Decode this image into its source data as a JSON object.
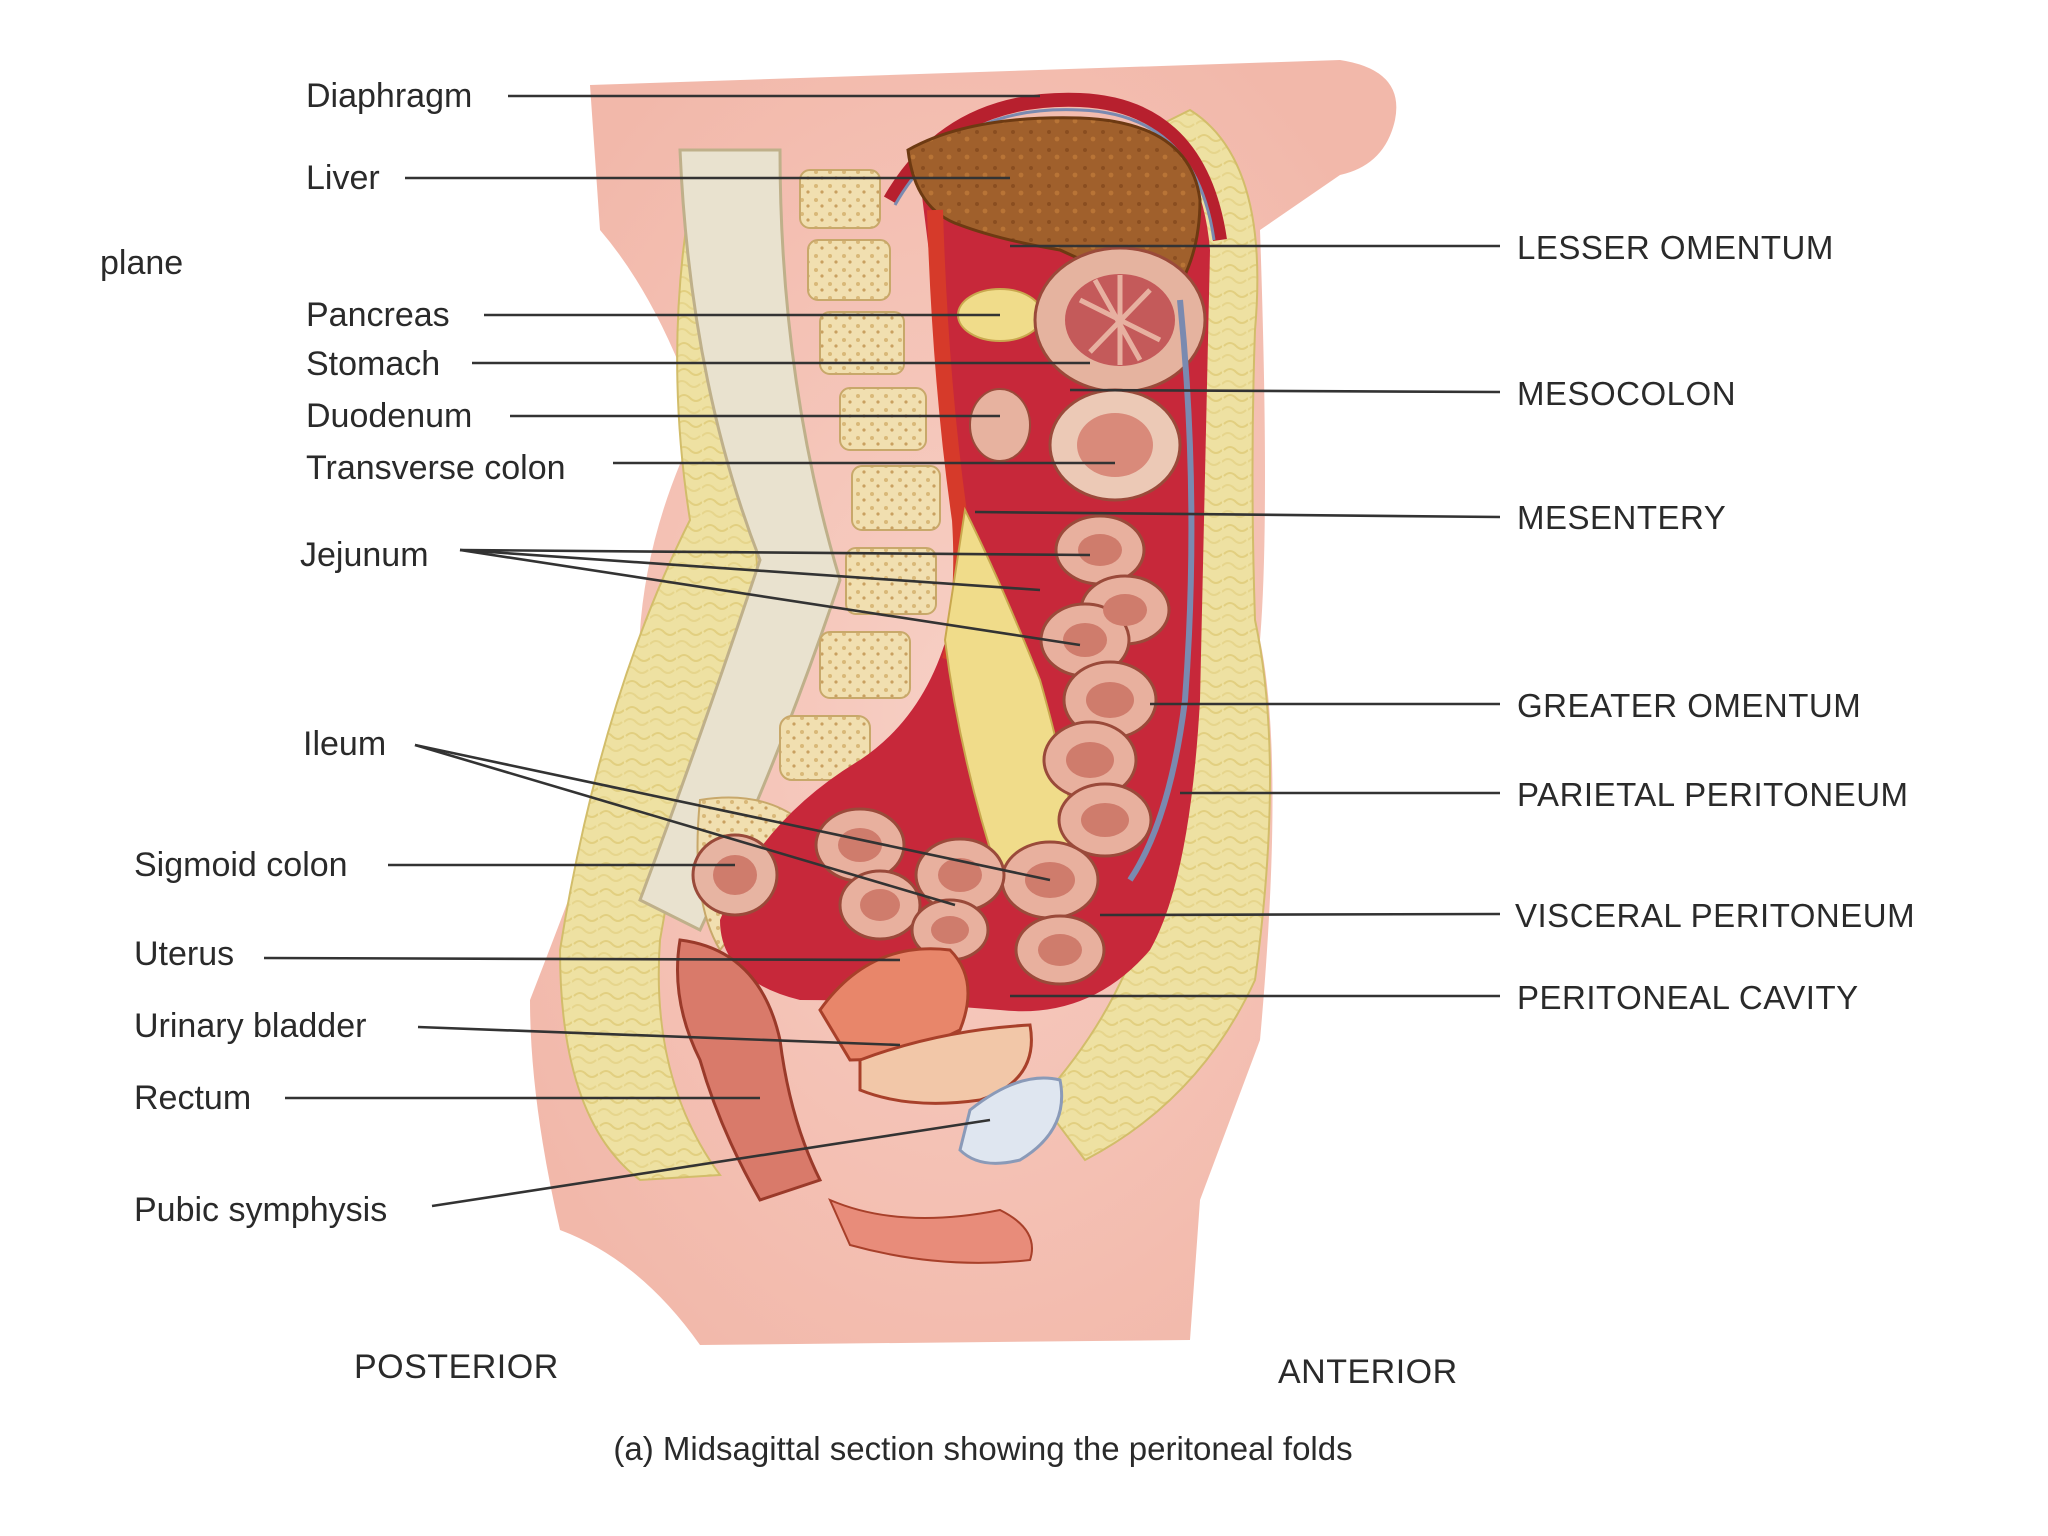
{
  "figure": {
    "caption": "(a) Midsagittal section showing the peritoneal folds",
    "orientation": {
      "posterior": "POSTERIOR",
      "anterior": "ANTERIOR"
    },
    "cropped_label": "plane",
    "left_labels": {
      "diaphragm": "Diaphragm",
      "liver": "Liver",
      "pancreas": "Pancreas",
      "stomach": "Stomach",
      "duodenum": "Duodenum",
      "transverse_colon": "Transverse colon",
      "jejunum": "Jejunum",
      "ileum": "Ileum",
      "sigmoid_colon": "Sigmoid colon",
      "uterus": "Uterus",
      "urinary_bladder": "Urinary bladder",
      "rectum": "Rectum",
      "pubic_symphysis": "Pubic symphysis"
    },
    "right_labels": {
      "lesser_omentum": "LESSER OMENTUM",
      "mesocolon": "MESOCOLON",
      "mesentery": "MESENTERY",
      "greater_omentum": "GREATER OMENTUM",
      "parietal_peritoneum": "PARIETAL PERITONEUM",
      "visceral_peritoneum": "VISCERAL PERITONEUM",
      "peritoneal_cavity": "PERITONEAL CAVITY"
    },
    "colors": {
      "skin": "#f4c4b8",
      "fat": "#efe3a6",
      "muscle": "#c8283a",
      "liver": "#9a5a28",
      "bone": "#f3ead0",
      "intestine": "#e8a898",
      "peritoneum_line": "#7a8ab0"
    }
  }
}
